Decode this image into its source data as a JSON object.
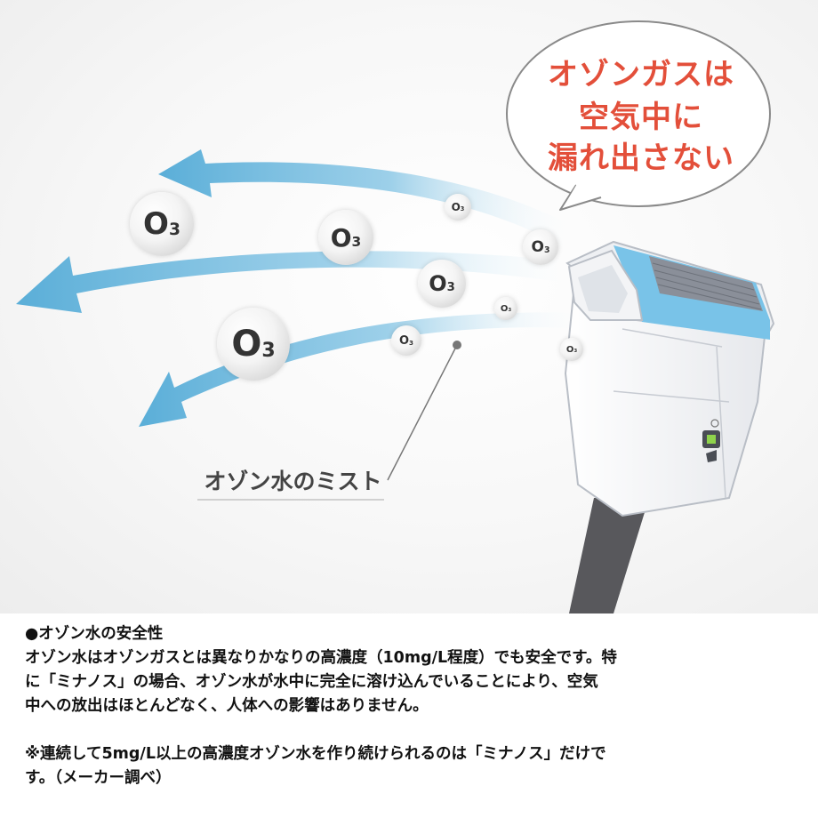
{
  "illustration": {
    "bubble_lines": [
      "オゾンガスは",
      "空気中に",
      "漏れ出さない"
    ],
    "molecule_symbol": "O",
    "molecule_subscript": "3",
    "mist_label": "オゾン水のミスト",
    "colors": {
      "bubble_text": "#e34f3a",
      "mist_arrow": "#6fb6dc",
      "device_accent": "#79c3e8"
    }
  },
  "article": {
    "heading": "●オゾン水の安全性",
    "body_lines": [
      "オゾン水はオゾンガスとは異なりかなりの高濃度（10mg/L程度）でも安全です。特",
      "に「ミナノス」の場合、オゾン水が水中に完全に溶け込んでいることにより、空気",
      "中への放出はほとんどなく、人体への影響はありません。"
    ],
    "note_lines": [
      "※連続して5mg/L以上の高濃度オゾン水を作り続けられるのは「ミナノス」だけで",
      "す。（メーカー調べ）"
    ]
  }
}
